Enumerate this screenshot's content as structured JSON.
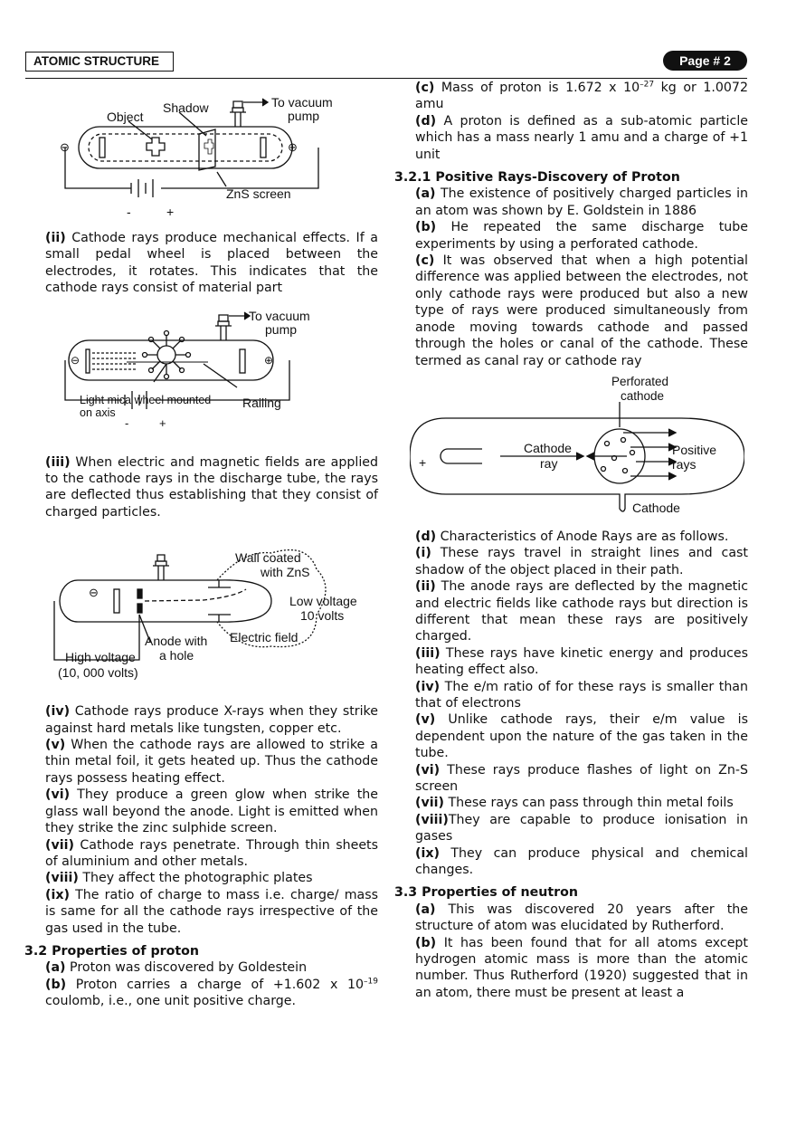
{
  "header": {
    "title": "ATOMIC STRUCTURE",
    "page": "Page # 2"
  },
  "fig1": {
    "object": "Object",
    "shadow": "Shadow",
    "vacuum1": "To vacuum",
    "vacuum2": "pump",
    "screen": "ZnS screen",
    "minus": "⊖",
    "plus": "⊕",
    "bminus": "-",
    "bplus": "+"
  },
  "fig2": {
    "vacuum1": "To vacuum",
    "vacuum2": "pump",
    "wheel1": "Light mica wheel mounted",
    "wheel2": "on axis",
    "railing": "Railing",
    "minus": "⊖",
    "plus": "⊕",
    "bminus": "-",
    "bplus": "+"
  },
  "fig3": {
    "wall1": "Wall coated",
    "wall2": "with ZnS",
    "low1": "Low voltage",
    "low2": "10 volts",
    "anode1": "Anode with",
    "anode2": "a hole",
    "efield": "Electric field",
    "high1": "High voltage",
    "high2": "(10, 000 volts)",
    "minus": "⊖"
  },
  "fig4": {
    "perf1": "Perforated",
    "perf2": "cathode",
    "cray1": "Cathode",
    "cray2": "ray",
    "pos1": "Positive",
    "pos2": "rays",
    "cathode": "Cathode",
    "plus": "+"
  },
  "left": {
    "ii_label": "(ii)",
    "ii_text": " Cathode rays produce mechanical effects. If a small pedal wheel is placed between the electrodes, it rotates. This indicates that the cathode rays consist of material part",
    "iii_label": "(iii)",
    "iii_text": " When electric and magnetic fields are applied to the cathode rays in the discharge tube, the rays are deflected thus establishing that they consist of charged particles.",
    "iv_label": "(iv)",
    "iv_text": " Cathode rays produce X-rays when they strike against hard metals like tungsten, copper etc.",
    "v_label": "(v)",
    "v_text": " When the cathode rays are allowed to strike a thin metal foil, it gets heated up. Thus the cathode rays possess heating effect.",
    "vi_label": "(vi)",
    "vi_text": " They produce a green glow when strike the glass wall beyond the anode. Light is emitted when they strike the zinc sulphide screen.",
    "vii_label": "(vii)",
    "vii_text": " Cathode rays penetrate. Through thin sheets of aluminium and other metals.",
    "viii_label": "(viii)",
    "viii_text": " They affect the photographic plates",
    "ix_label": "(ix)",
    "ix_text": " The ratio of charge to mass i.e. charge/ mass is same for all the cathode rays irrespective of the gas used in the tube.",
    "sec32": "3.2 Properties of proton",
    "a_label": "(a)",
    "a_text": " Proton was discovered by Goldestein",
    "b_label": "(b)",
    "b_text1": " Proton carries a charge of +1.602 x 10",
    "b_exp": "–19",
    "b_text2": " coulomb, i.e., one unit positive charge."
  },
  "right": {
    "c_label": "(c)",
    "c_text1": " Mass of proton is 1.672 x 10",
    "c_exp": "–27",
    "c_text2": " kg or 1.0072 amu",
    "d_label": "(d)",
    "d_text": " A proton is defined as a sub-atomic particle which has a mass nearly 1 amu and a charge of +1 unit",
    "sec321": "3.2.1 Positive Rays-Discovery of Proton",
    "pa_label": "(a)",
    "pa_text": " The existence of positively charged particles in an atom was shown by E. Goldstein in 1886",
    "pb_label": "(b)",
    "pb_text": " He repeated the same discharge tube experiments by using a perforated cathode.",
    "pc_label": "(c)",
    "pc_text": " It was observed that when a high potential difference was applied between the electrodes, not only cathode rays were produced but also a new type of rays were produced simultaneously from anode moving towards cathode and passed through the holes or canal of the cathode. These termed as canal ray or cathode  ray",
    "pd_label": "(d)",
    "pd_text": " Characteristics of Anode Rays are as follows.",
    "i_label": "(i)",
    "i_text": " These rays travel in straight lines and cast shadow of the object placed in their path.",
    "ii_label": "(ii)",
    "ii_text": " The anode rays are deflected by the magnetic and electric fields like cathode rays but direction is different that mean these rays are positively charged.",
    "iii_label": "(iii)",
    "iii_text": " These rays have kinetic energy and produces heating effect also.",
    "iv_label": "(iv)",
    "iv_text": " The e/m ratio of for these rays is smaller than that of electrons",
    "v_label": "(v)",
    "v_text": " Unlike cathode rays, their e/m value is dependent upon the nature of the gas taken in the tube.",
    "vi_label": "(vi)",
    "vi_text": " These rays produce flashes of light on Zn-S screen",
    "vii_label": "(vii)",
    "vii_text": " These rays can pass through thin metal foils",
    "viii_label": "(viii)",
    "viii_text": "They are capable to produce ionisation in gases",
    "ix_label": "(ix)",
    "ix_text": " They can produce physical and chemical changes.",
    "sec33": "3.3 Properties of neutron",
    "na_label": "(a)",
    "na_text": " This was discovered 20 years after the structure of atom was elucidated by Rutherford.",
    "nb_label": "(b)",
    "nb_text": " It has been found that for all atoms except hydrogen atomic mass is more than the atomic number. Thus Rutherford (1920) suggested that in an atom, there must be present at least a"
  }
}
